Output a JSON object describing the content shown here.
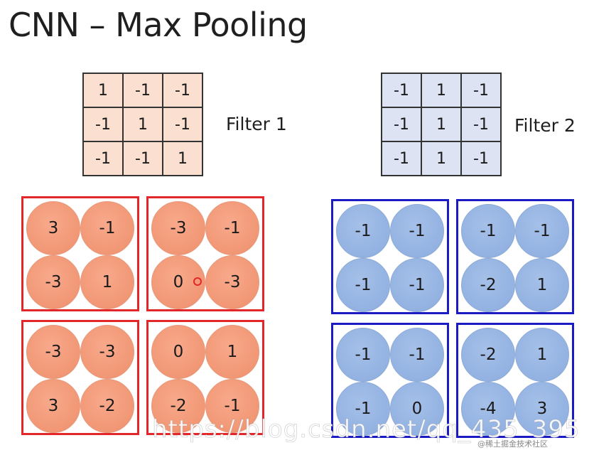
{
  "title": "CNN – Max Pooling",
  "filter1": {
    "label": "Filter 1",
    "cells": [
      "1",
      "-1",
      "-1",
      "-1",
      "1",
      "-1",
      "-1",
      "-1",
      "1"
    ]
  },
  "filter2": {
    "label": "Filter 2",
    "cells": [
      "-1",
      "1",
      "-1",
      "-1",
      "1",
      "-1",
      "-1",
      "1",
      "-1"
    ]
  },
  "map1": {
    "groups": [
      [
        "3",
        "-1",
        "-3",
        "1"
      ],
      [
        "-3",
        "-1",
        "0",
        "-3"
      ],
      [
        "-3",
        "-3",
        "3",
        "-2"
      ],
      [
        "0",
        "1",
        "-2",
        "-1"
      ]
    ]
  },
  "map2": {
    "groups": [
      [
        "-1",
        "-1",
        "-1",
        "-1"
      ],
      [
        "-1",
        "-1",
        "-2",
        "1"
      ],
      [
        "-1",
        "-1",
        "-1",
        "0"
      ],
      [
        "-2",
        "1",
        "-4",
        "3"
      ]
    ]
  },
  "watermark": {
    "text": "https://blog.csdn.net/qq_435_395",
    "tag": "@稀土掘金技术社区"
  },
  "colors": {
    "red_border": "#e3262a",
    "blue_border": "#1b1bc4",
    "orange_fill": "#f19775",
    "blue_fill": "#93b2e2"
  }
}
